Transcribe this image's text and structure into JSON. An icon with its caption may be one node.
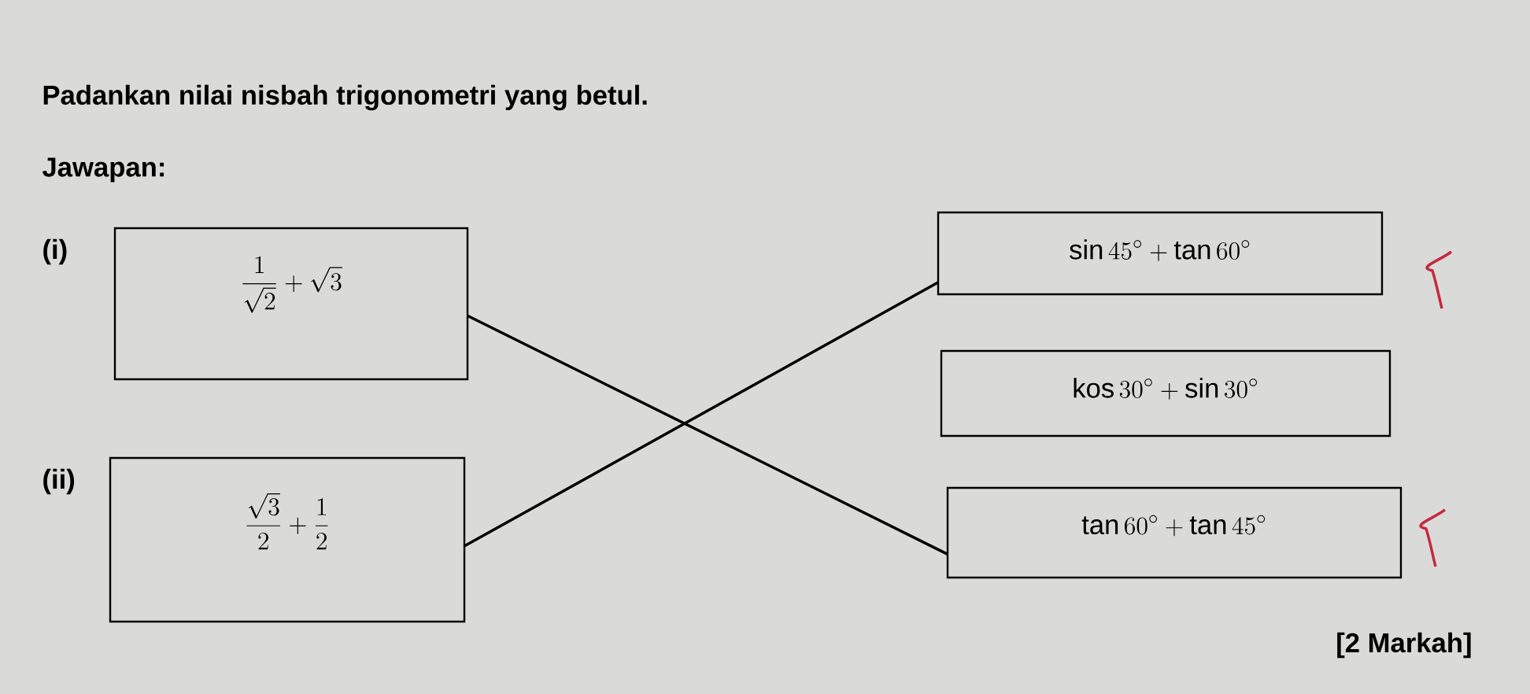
{
  "diagram": {
    "title": "Padankan nilai nisbah trigonometri yang betul.",
    "nodes": [
      {
        "text": [
          "\\frac{1}{\\sqrt{2}}+\\sqrt{3}"
        ],
        "beside": [
          "(i)"
        ]
      },
      {
        "text": [
          "\\frac{\\sqrt{3}}{2}+\\frac{1}{2}"
        ],
        "beside": [
          "(ii)"
        ]
      },
      {
        "text": [
          "\\sin 45^\\circ+\\tan 60^\\circ"
        ]
      },
      {
        "text": [
          "\\mathrm{kos}\\,30^\\circ+\\sin 30^\\circ"
        ]
      },
      {
        "text": [
          "\\tan 60^\\circ+\\tan 45^\\circ"
        ]
      }
    ],
    "edges": [
      {
        "from": 0,
        "to": 4,
        "arrow": "none"
      },
      {
        "from": 1,
        "to": 2,
        "arrow": "none"
      }
    ],
    "labels": [
      "Jawapan:",
      "[2 Markah]"
    ]
  }
}
